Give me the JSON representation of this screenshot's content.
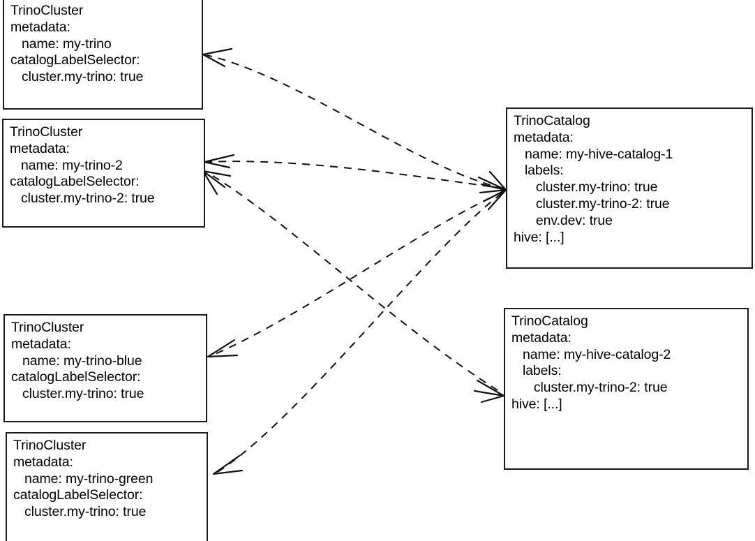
{
  "diagram": {
    "title": "TrinoCluster and TrinoCatalog label selector matching",
    "background_color": "#ffffff",
    "line_color": "#111111",
    "border_color": "#1a1a1a"
  },
  "nodes": [
    {
      "id": "cluster-my-trino",
      "kind": "TrinoCluster",
      "name": "my-trino",
      "text": "TrinoCluster\nmetadata:\n   name: my-trino\ncatalogLabelSelector:\n   cluster.my-trino: true"
    },
    {
      "id": "cluster-my-trino-2",
      "kind": "TrinoCluster",
      "name": "my-trino-2",
      "text": "TrinoCluster\nmetadata:\n   name: my-trino-2\ncatalogLabelSelector:\n   cluster.my-trino-2: true"
    },
    {
      "id": "cluster-my-trino-blue",
      "kind": "TrinoCluster",
      "name": "my-trino-blue",
      "text": "TrinoCluster\nmetadata:\n   name: my-trino-blue\ncatalogLabelSelector:\n   cluster.my-trino: true"
    },
    {
      "id": "cluster-my-trino-green",
      "kind": "TrinoCluster",
      "name": "my-trino-green",
      "text": "TrinoCluster\nmetadata:\n   name: my-trino-green\ncatalogLabelSelector:\n   cluster.my-trino: true"
    },
    {
      "id": "catalog-my-hive-catalog-1",
      "kind": "TrinoCatalog",
      "name": "my-hive-catalog-1",
      "text": "TrinoCatalog\nmetadata:\n   name: my-hive-catalog-1\n   labels:\n      cluster.my-trino: true\n      cluster.my-trino-2: true\n      env.dev: true\nhive: [...]"
    },
    {
      "id": "catalog-my-hive-catalog-2",
      "kind": "TrinoCatalog",
      "name": "my-hive-catalog-2",
      "text": "TrinoCatalog\nmetadata:\n   name: my-hive-catalog-2\n   labels:\n      cluster.my-trino-2: true\nhive: [...]"
    }
  ],
  "edges": [
    {
      "id": "edge-catalog1-to-my-trino",
      "from": "catalog-my-hive-catalog-1",
      "to": "cluster-my-trino",
      "style": "dashed",
      "arrow": "to"
    },
    {
      "id": "edge-catalog1-to-my-trino-2",
      "from": "catalog-my-hive-catalog-1",
      "to": "cluster-my-trino-2",
      "style": "dashed",
      "arrow": "to"
    },
    {
      "id": "edge-catalog2-to-my-trino-2",
      "from": "catalog-my-hive-catalog-2",
      "to": "cluster-my-trino-2",
      "style": "dashed",
      "arrow": "to"
    },
    {
      "id": "edge-catalog1-to-my-trino-blue",
      "from": "catalog-my-hive-catalog-1",
      "to": "cluster-my-trino-blue",
      "style": "dashed",
      "arrow": "to"
    },
    {
      "id": "edge-catalog1-to-my-trino-green",
      "from": "catalog-my-hive-catalog-1",
      "to": "cluster-my-trino-green",
      "style": "dashed",
      "arrow": "to"
    }
  ]
}
